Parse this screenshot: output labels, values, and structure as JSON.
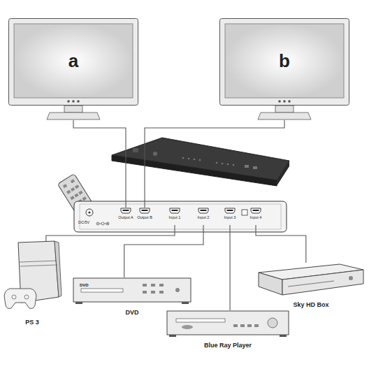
{
  "diagram": {
    "nodes": [
      {
        "text": [
          "a"
        ]
      },
      {
        "text": [
          "b"
        ]
      },
      {
        "text": [
          "Output A"
        ]
      },
      {
        "text": [
          "Output B"
        ]
      },
      {
        "text": [
          "Input 1"
        ]
      },
      {
        "text": [
          "Input 2"
        ]
      },
      {
        "text": [
          "Input 3"
        ]
      },
      {
        "text": [
          "Input 4"
        ]
      },
      {
        "text": [
          "PS 3"
        ]
      },
      {
        "text": [
          "DVD",
          "DVD"
        ]
      },
      {
        "text": [
          "Blue Ray Player"
        ]
      },
      {
        "text": [
          "Sky HD Box"
        ]
      }
    ],
    "edges": [
      {
        "from": 0,
        "to": 2,
        "arrow": "none"
      },
      {
        "from": 1,
        "to": 3,
        "arrow": "none"
      },
      {
        "from": 4,
        "to": 8,
        "arrow": "none"
      },
      {
        "from": 5,
        "to": 9,
        "arrow": "none"
      },
      {
        "from": 6,
        "to": 10,
        "arrow": "none"
      },
      {
        "from": 7,
        "to": 11,
        "arrow": "none"
      }
    ],
    "labels": [
      "DC/5V"
    ]
  }
}
